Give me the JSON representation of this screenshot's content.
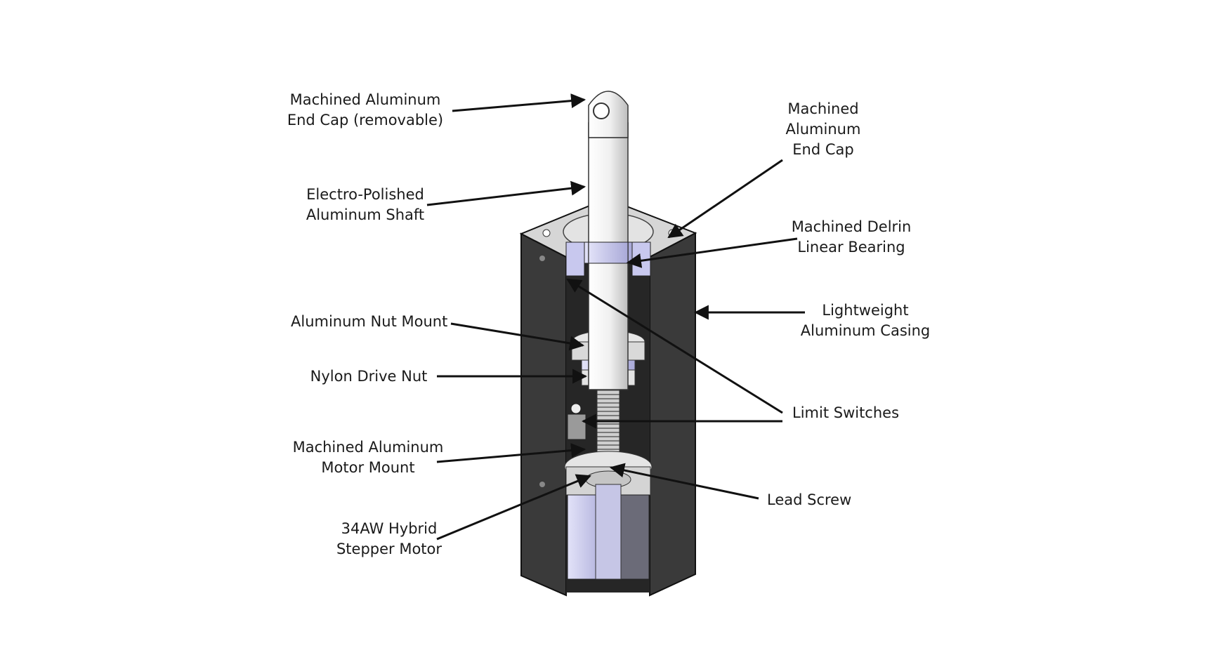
{
  "labels": {
    "end_cap_removable": [
      "Machined Aluminum",
      "End Cap (removable)"
    ],
    "shaft": [
      "Electro-Polished",
      "Aluminum Shaft"
    ],
    "nut_mount": [
      "Aluminum Nut Mount"
    ],
    "drive_nut": [
      "Nylon Drive Nut"
    ],
    "motor_mount": [
      "Machined Aluminum",
      "Motor Mount"
    ],
    "stepper": [
      "34AW Hybrid",
      "Stepper Motor"
    ],
    "end_cap": [
      "Machined",
      "Aluminum",
      "End Cap"
    ],
    "linear_bearing": [
      "Machined Delrin",
      "Linear Bearing"
    ],
    "casing": [
      "Lightweight",
      "Aluminum Casing"
    ],
    "limit_switches": [
      "Limit Switches"
    ],
    "lead_screw": [
      "Lead Screw"
    ]
  },
  "colors": {
    "casing": "#3a3a3a",
    "casing_dark": "#1e1e1e",
    "cutaway": "#c8c8ee",
    "shaft": "#f2f2f2",
    "plate": "#d6d6d6",
    "leader": "#111111"
  }
}
